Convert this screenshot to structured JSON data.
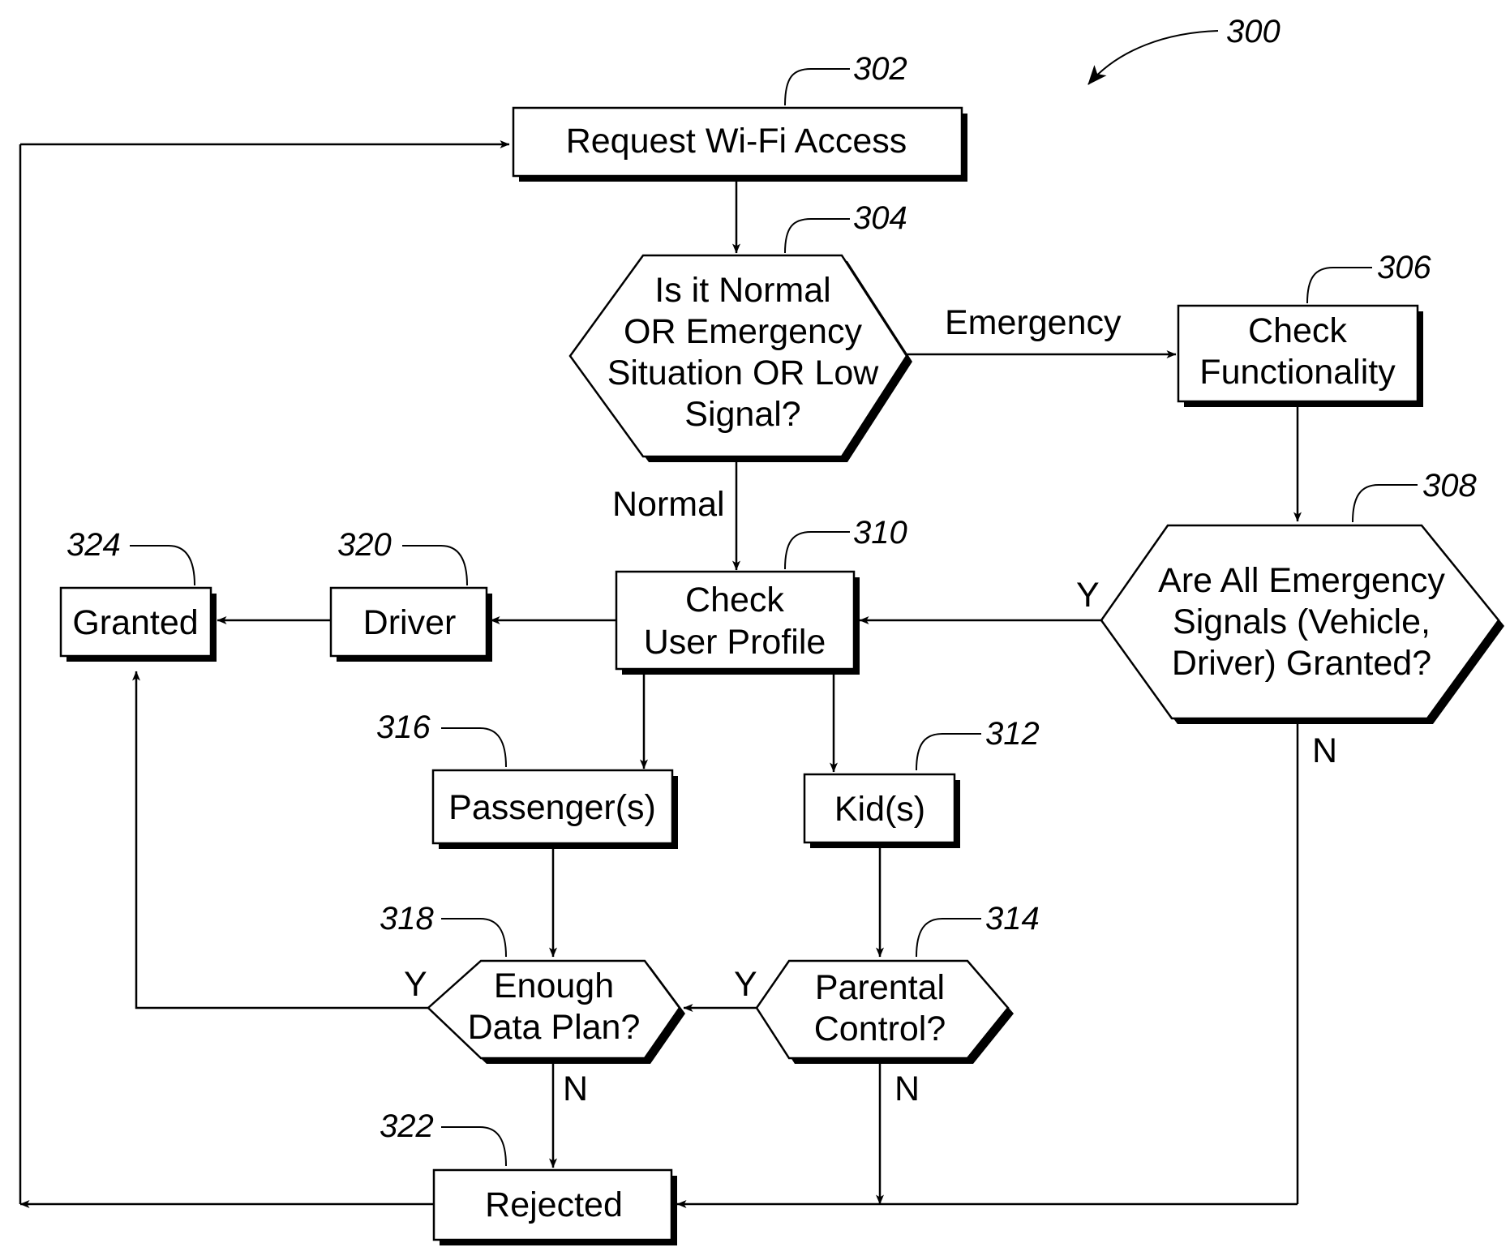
{
  "figure": {
    "ref": "300"
  },
  "nodes": {
    "request": {
      "ref": "302",
      "lines": [
        "Request Wi-Fi Access"
      ]
    },
    "situation": {
      "ref": "304",
      "lines": [
        "Is it Normal",
        "OR Emergency",
        "Situation OR Low",
        "Signal?"
      ]
    },
    "check_functionality": {
      "ref": "306",
      "lines": [
        "Check",
        "Functionality"
      ]
    },
    "emergency_signals": {
      "ref": "308",
      "lines": [
        "Are All Emergency",
        "Signals (Vehicle,",
        "Driver) Granted?"
      ]
    },
    "check_user_profile": {
      "ref": "310",
      "lines": [
        "Check",
        "User Profile"
      ]
    },
    "kids": {
      "ref": "312",
      "lines": [
        "Kid(s)"
      ]
    },
    "parental_control": {
      "ref": "314",
      "lines": [
        "Parental",
        "Control?"
      ]
    },
    "passengers": {
      "ref": "316",
      "lines": [
        "Passenger(s)"
      ]
    },
    "data_plan": {
      "ref": "318",
      "lines": [
        "Enough",
        "Data Plan?"
      ]
    },
    "driver": {
      "ref": "320",
      "lines": [
        "Driver"
      ]
    },
    "rejected": {
      "ref": "322",
      "lines": [
        "Rejected"
      ]
    },
    "granted": {
      "ref": "324",
      "lines": [
        "Granted"
      ]
    }
  },
  "edge_labels": {
    "emergency": "Emergency",
    "normal": "Normal",
    "signals_yes": "Y",
    "signals_no": "N",
    "data_plan_yes": "Y",
    "data_plan_no": "N",
    "parental_yes": "Y",
    "parental_no": "N"
  }
}
